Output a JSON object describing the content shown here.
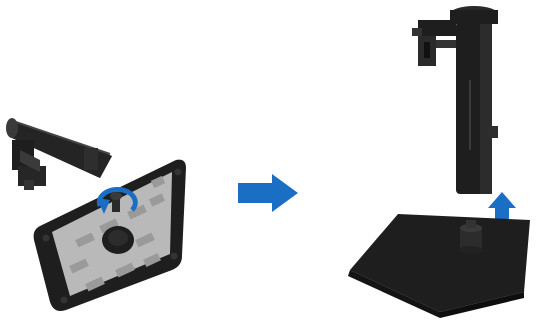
{
  "steps": [
    {
      "id": "step-1",
      "depicts": "stand-base-attached-to-riser-underside-view",
      "rotation_indicator": "rotate-arrow-icon"
    },
    {
      "id": "step-2",
      "depicts": "stand-riser-lifted-off-base",
      "lift_indicator": "up-arrow-icon"
    }
  ],
  "connector": {
    "icon": "right-arrow-icon"
  },
  "colors": {
    "background": "#ffffff",
    "stand_dark": "#1e1e1e",
    "stand_mid": "#2c2c2c",
    "stand_light": "#3a3a3a",
    "plate": "#b9b9b9",
    "plate_shadow": "#9a9a9a",
    "arrow_blue": "#1a6fc4",
    "arrow_blue_light": "#2a86dd"
  }
}
